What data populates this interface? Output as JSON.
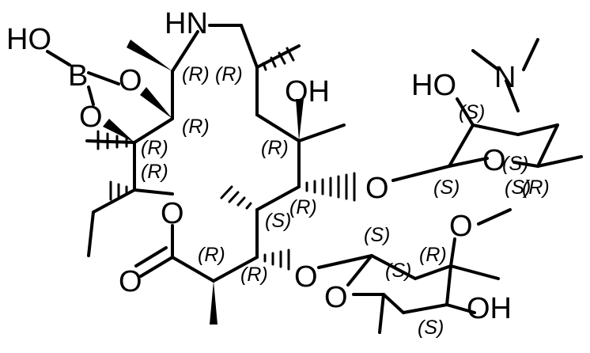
{
  "colors": {
    "ink": "#000000",
    "background": "#ffffff"
  },
  "atoms": {
    "nh": "HN",
    "ho_boron": "HO",
    "boron": "B",
    "o_boronate_top": "O",
    "o_boronate_bottom": "O",
    "oh_ring": "OH",
    "ring_ester_o": "O",
    "carbonyl_o": "O",
    "o_glycoside_desosamine": "O",
    "o_glycoside_cladinose": "O",
    "ho_desosamine": "HO",
    "n_dimethyl": "N",
    "o_desosamine_ring": "O",
    "o_methoxy": "O",
    "o_cladinose_ring": "O",
    "oh_cladinose": "OH"
  },
  "stereo_labels": {
    "s1": "(R)",
    "s2": "(R)",
    "s3": "(R)",
    "s4": "(R)",
    "s5": "(R)",
    "s6": "(R)",
    "s7": "(R)",
    "s8": "(S)",
    "s9": "(R)",
    "s10": "(R)",
    "s11": "(S)",
    "s12": "(S)",
    "s13": "(S)",
    "s14": "(S)",
    "s15": "(R)",
    "s16": "(S)",
    "s17": "(S)",
    "s18": "(R)",
    "s19": "(S)"
  }
}
